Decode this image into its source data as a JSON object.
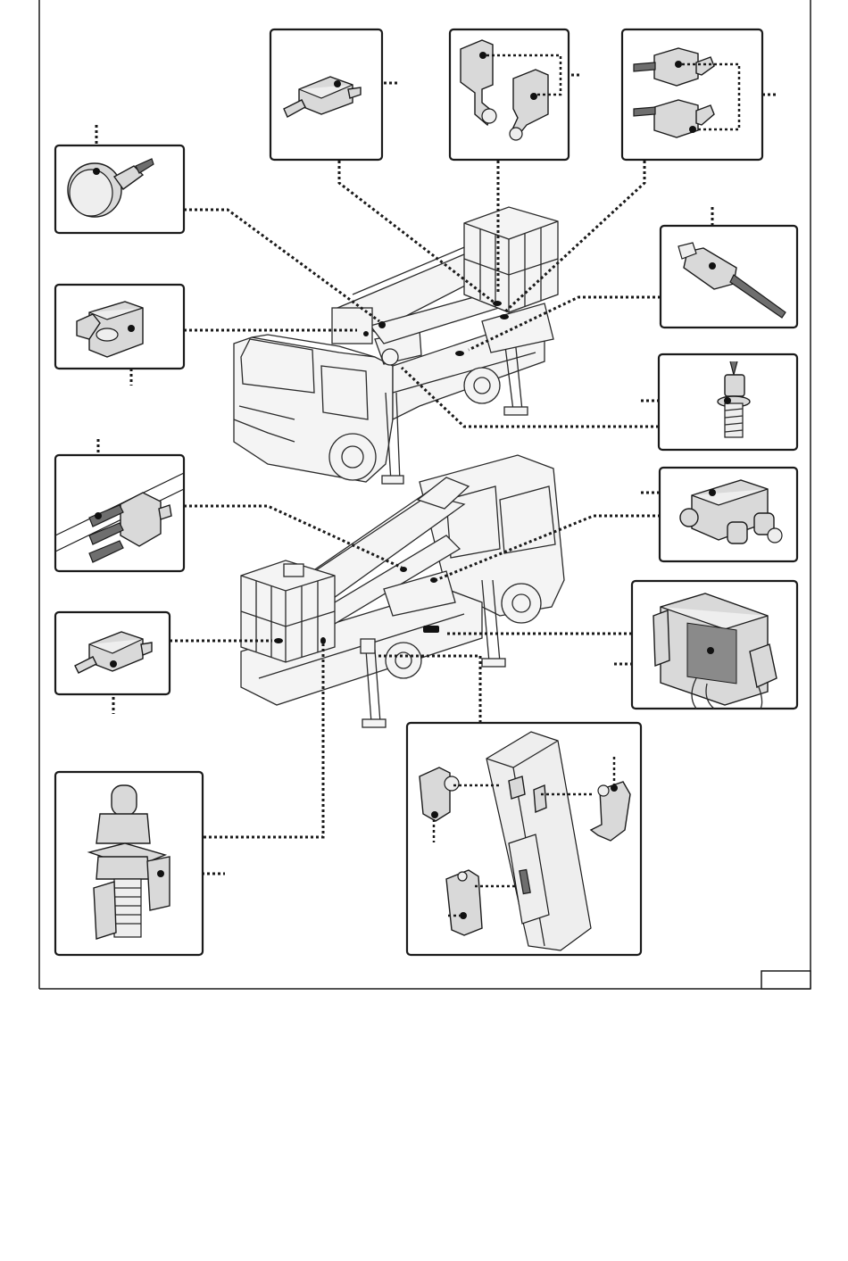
{
  "page": {
    "description_note": "",
    "page_number": ""
  },
  "colors": {
    "line": "#1a1a1a",
    "part_fill": "#d9d9d9",
    "background": "#ffffff"
  },
  "callouts": [
    {
      "id": "pressure-switch-top",
      "icon": "pressure-sensor-icon"
    },
    {
      "id": "limit-switch-pair-top",
      "icon": "limit-switch-icon"
    },
    {
      "id": "cable-switch-pair-top",
      "icon": "limit-switch-icon"
    },
    {
      "id": "round-sensor",
      "icon": "round-sensor-icon"
    },
    {
      "id": "lever-switch",
      "icon": "lever-switch-icon"
    },
    {
      "id": "rod-sensor",
      "icon": "rod-sensor-icon"
    },
    {
      "id": "threaded-sensor",
      "icon": "threaded-sensor-icon"
    },
    {
      "id": "connector-block",
      "icon": "connector-block-icon"
    },
    {
      "id": "valve-block",
      "icon": "valve-block-icon"
    },
    {
      "id": "pressure-switch-bottom",
      "icon": "pressure-sensor-icon"
    },
    {
      "id": "control-unit",
      "icon": "control-unit-icon"
    },
    {
      "id": "solenoid-valve",
      "icon": "solenoid-valve-icon"
    },
    {
      "id": "outrigger-switches",
      "icon": "outrigger-detail-icon"
    }
  ]
}
